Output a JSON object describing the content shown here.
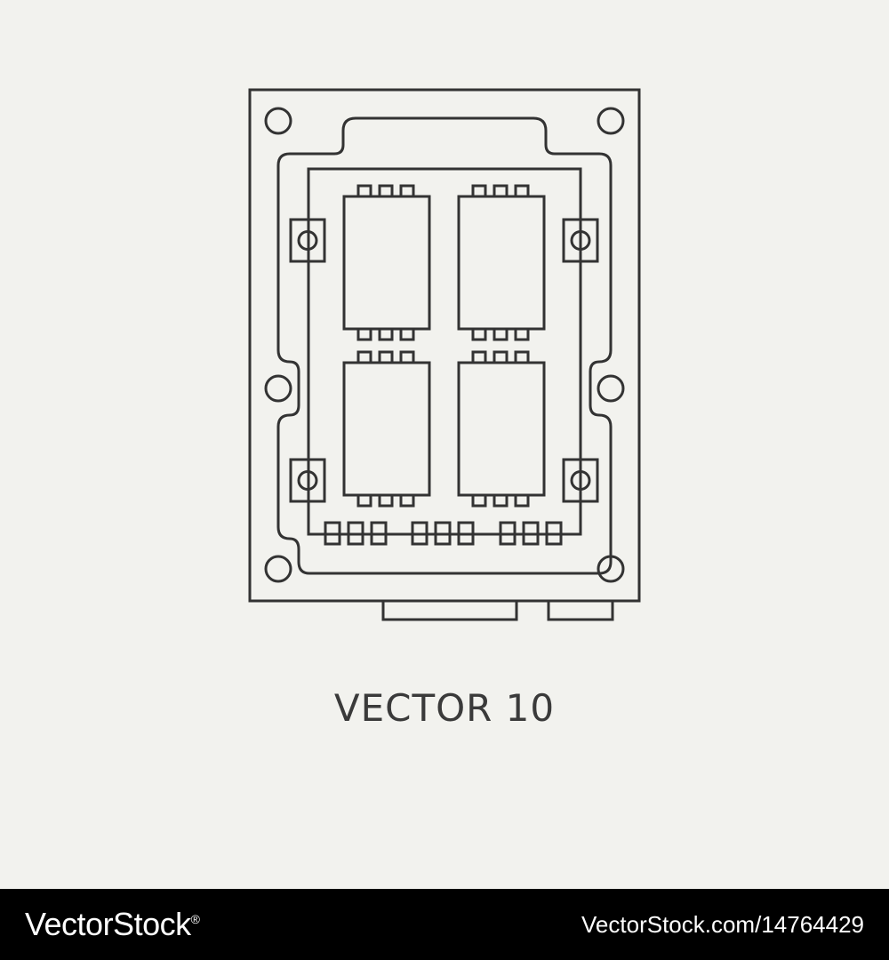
{
  "colors": {
    "background": "#f2f2ee",
    "line": "#333333",
    "caption": "#3a3a3a",
    "footer_bg": "#000000",
    "footer_text": "#ffffff"
  },
  "illustration": {
    "icon": "circuit-board-icon"
  },
  "caption": "VECTOR 10",
  "footer": {
    "brand": "VectorStock",
    "brand_mark": "®",
    "stock_url": "VectorStock.com/14764429"
  }
}
